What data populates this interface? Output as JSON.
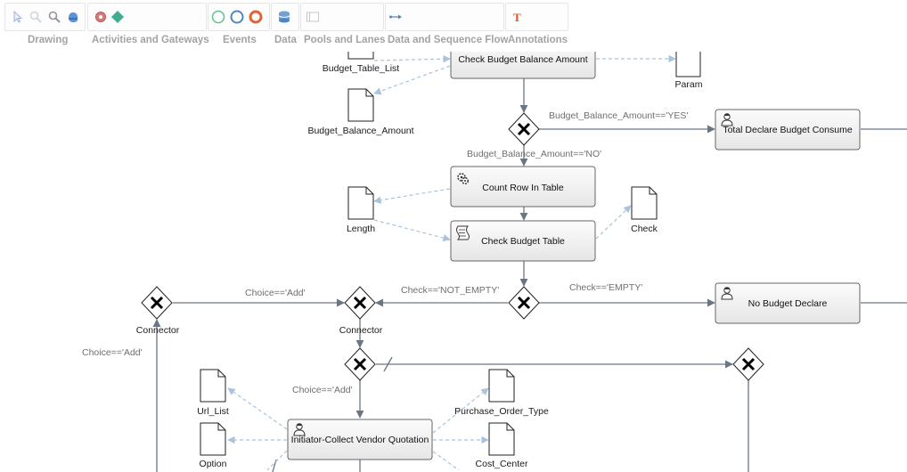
{
  "toolbar": {
    "groups": [
      {
        "label": "Drawing",
        "icons": [
          "pointer-icon",
          "zoom-in-icon",
          "zoom-out-icon",
          "hand-icon"
        ]
      },
      {
        "label": "Activities and Gateways",
        "icons": [
          "service-gear-icon",
          "gateway-diamond-icon"
        ]
      },
      {
        "label": "Events",
        "icons": [
          "start-event-icon",
          "intermediate-event-icon",
          "end-event-icon"
        ]
      },
      {
        "label": "Data",
        "icons": [
          "data-store-icon"
        ]
      },
      {
        "label": "Pools and Lanes",
        "icons": [
          "pool-icon"
        ]
      },
      {
        "label": "Data and Sequence Flow",
        "icons": [
          "sequence-flow-icon"
        ]
      },
      {
        "label": "Annotations",
        "icons": [
          "text-annotation-icon"
        ]
      }
    ]
  },
  "diagram": {
    "tasks": {
      "check_budget_balance": "Check Budget Balance Amount",
      "total_declare": "Total Declare Budget Consume",
      "count_row": "Count Row In Table",
      "check_budget_table": "Check Budget Table",
      "no_budget_declare": "No Budget Declare",
      "collect_vendor": "Initiator-Collect Vendor Quotation"
    },
    "data_objects": {
      "budget_table_list": "Budget_Table_List",
      "param": "Param",
      "budget_balance_amount": "Budget_Balance_Amount",
      "length": "Length",
      "check": "Check",
      "url_list": "Url_List",
      "purchase_order_type": "Purchase_Order_Type",
      "option": "Option",
      "cost_center": "Cost_Center"
    },
    "gateways": {
      "connector_left": "Connector",
      "connector_mid": "Connector"
    },
    "flow_labels": {
      "balance_yes": "Budget_Balance_Amount=='YES'",
      "balance_no": "Budget_Balance_Amount=='NO'",
      "check_not_empty": "Check=='NOT_EMPTY'",
      "check_empty": "Check=='EMPTY'",
      "choice_add_top": "Choice=='Add'",
      "choice_add_left": "Choice=='Add'",
      "choice_add_bottom": "Choice=='Add'"
    }
  }
}
